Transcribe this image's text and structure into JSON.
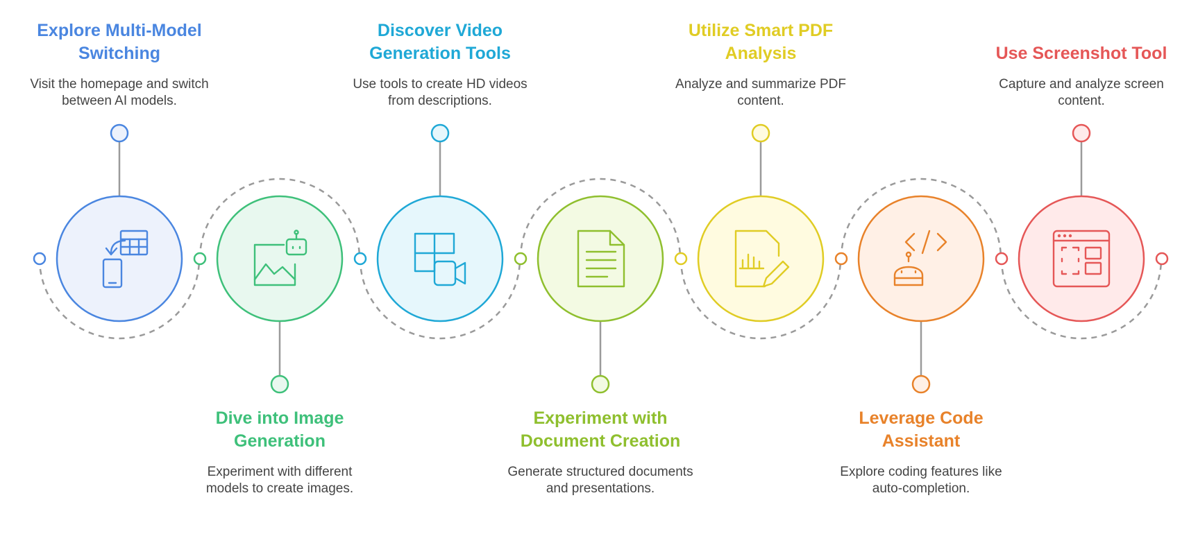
{
  "steps": [
    {
      "id": "multi-model",
      "title": "Explore Multi-Model Switching",
      "title_lines": [
        "Explore Multi-Model",
        "Switching"
      ],
      "description_lines": [
        "Visit the homepage and switch",
        "between AI models."
      ],
      "color": "#4a86e0",
      "fill": "#edf2fc",
      "icon": "device-switch-table-icon",
      "text_position": "top"
    },
    {
      "id": "image-gen",
      "title": "Dive into Image Generation",
      "title_lines": [
        "Dive into Image",
        "Generation"
      ],
      "description_lines": [
        "Experiment with different",
        "models to create images."
      ],
      "color": "#3ec07a",
      "fill": "#e8f8ef",
      "icon": "image-robot-icon",
      "text_position": "bottom"
    },
    {
      "id": "video-gen",
      "title": "Discover Video Generation Tools",
      "title_lines": [
        "Discover Video",
        "Generation Tools"
      ],
      "description_lines": [
        "Use tools to create HD videos",
        "from descriptions."
      ],
      "color": "#1fa8d6",
      "fill": "#e6f7fc",
      "icon": "video-layout-icon",
      "text_position": "top"
    },
    {
      "id": "doc-creation",
      "title": "Experiment with Document Creation",
      "title_lines": [
        "Experiment with",
        "Document Creation"
      ],
      "description_lines": [
        "Generate structured documents",
        "and presentations."
      ],
      "color": "#8fbf2e",
      "fill": "#f3fae3",
      "icon": "document-icon",
      "text_position": "bottom"
    },
    {
      "id": "pdf-analysis",
      "title": "Utilize Smart PDF Analysis",
      "title_lines": [
        "Utilize Smart PDF",
        "Analysis"
      ],
      "description_lines": [
        "Analyze and summarize PDF",
        "content."
      ],
      "color": "#e0cc24",
      "fill": "#fffbe0",
      "icon": "chart-document-pen-icon",
      "text_position": "top"
    },
    {
      "id": "code-assistant",
      "title": "Leverage Code Assistant",
      "title_lines": [
        "Leverage Code",
        "Assistant"
      ],
      "description_lines": [
        "Explore coding features like",
        "auto-completion."
      ],
      "color": "#e8822a",
      "fill": "#fff0e6",
      "icon": "code-robot-icon",
      "text_position": "bottom"
    },
    {
      "id": "screenshot",
      "title": "Use Screenshot Tool",
      "title_lines": [
        "Use Screenshot Tool"
      ],
      "description_lines": [
        "Capture and analyze screen",
        "content."
      ],
      "color": "#e55757",
      "fill": "#ffeaea",
      "icon": "screenshot-window-icon",
      "text_position": "top"
    }
  ],
  "connector_color": "#9a9a9a"
}
